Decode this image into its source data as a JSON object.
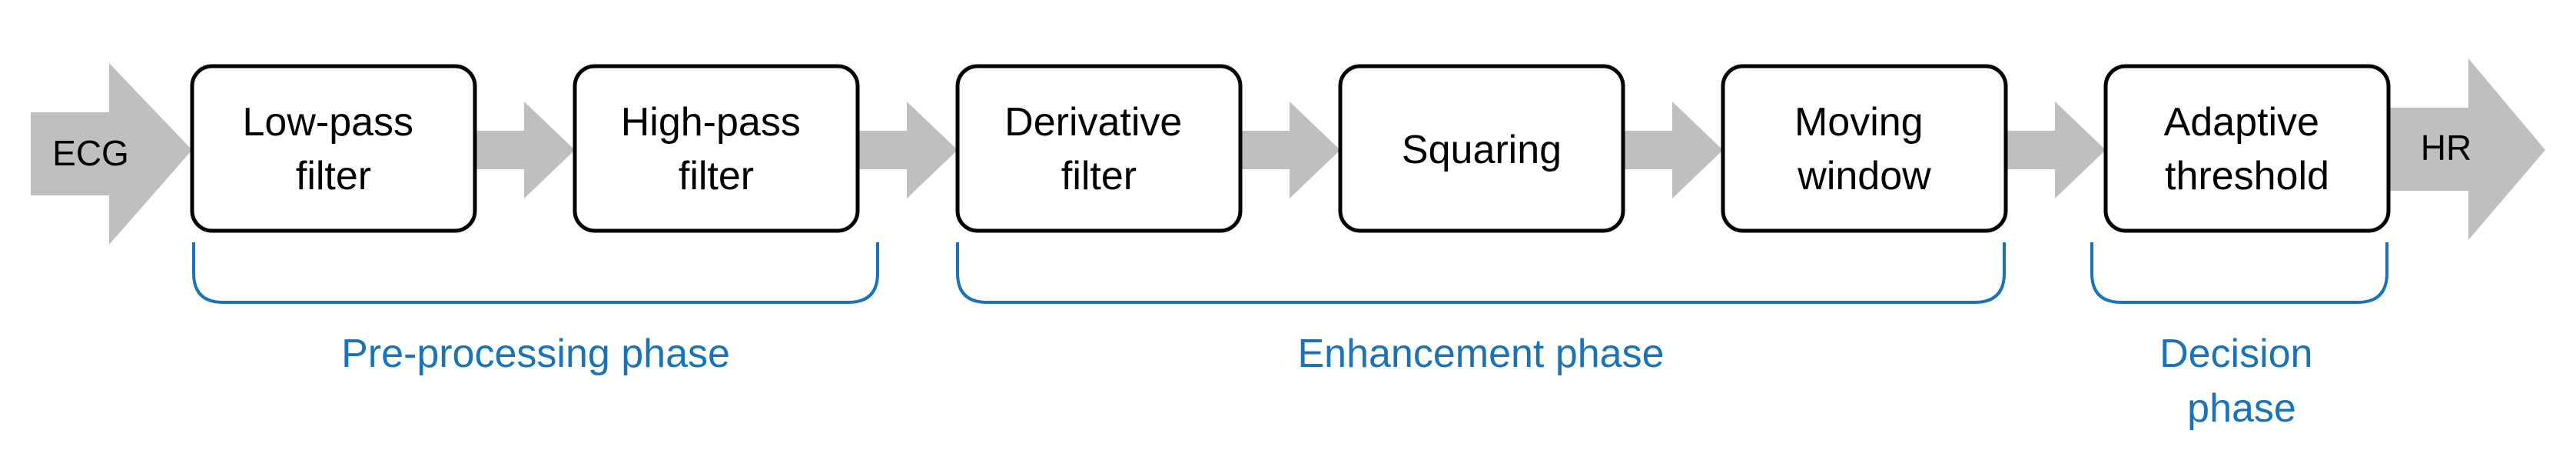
{
  "input": {
    "label": "ECG"
  },
  "output": {
    "label": "HR"
  },
  "blocks": [
    {
      "lines": [
        "Low-pass",
        "filter"
      ]
    },
    {
      "lines": [
        "High-pass",
        "filter"
      ]
    },
    {
      "lines": [
        "Derivative",
        "filter"
      ]
    },
    {
      "lines": [
        "Squaring"
      ]
    },
    {
      "lines": [
        "Moving",
        "window"
      ]
    },
    {
      "lines": [
        "Adaptive",
        "threshold"
      ]
    }
  ],
  "phases": [
    {
      "lines": [
        "Pre-processing phase"
      ]
    },
    {
      "lines": [
        "Enhancement phase"
      ]
    },
    {
      "lines": [
        "Decision",
        "phase"
      ]
    }
  ],
  "colors": {
    "arrow": "#bfbfbf",
    "box_border": "#000000",
    "phase": "#1a73b8"
  }
}
